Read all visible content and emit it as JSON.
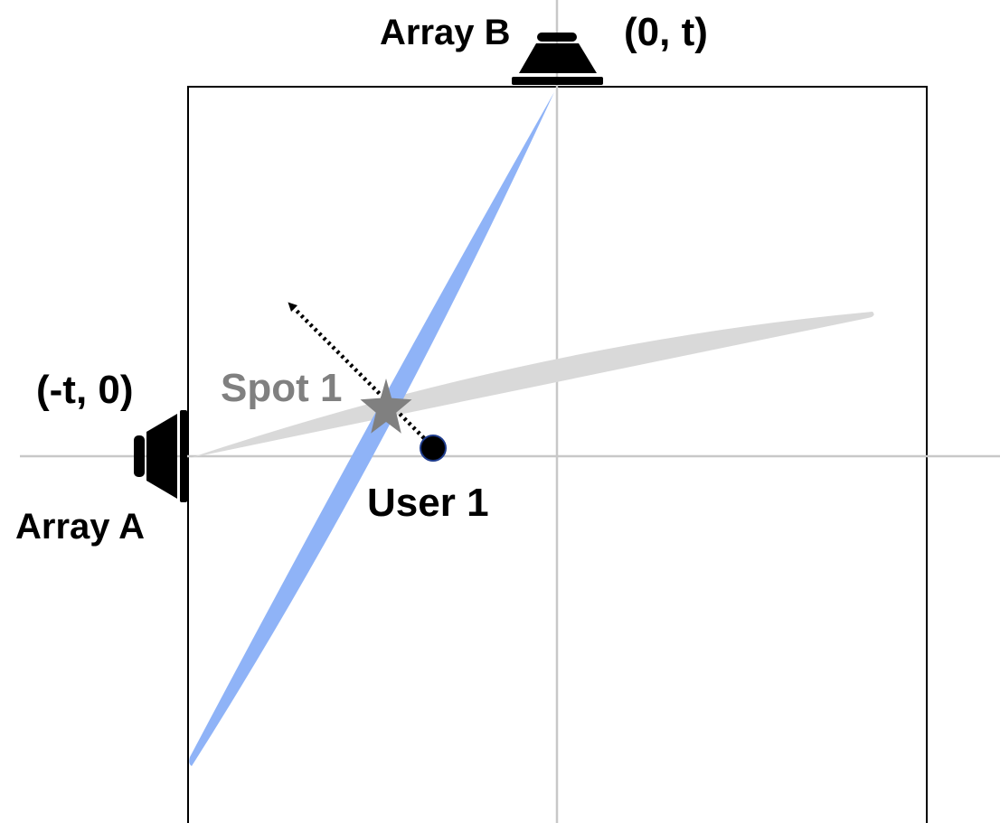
{
  "labels": {
    "array_a": "Array A",
    "array_b": "Array B",
    "array_a_coord": "(-t, 0)",
    "array_b_coord": "(0, t)",
    "spot": "Spot 1",
    "user": "User 1"
  },
  "colors": {
    "beam_a": "#d9d9d9",
    "beam_b": "#8fb3f7",
    "axis": "#c8c8c8",
    "frame": "#000000",
    "spot": "#808080",
    "speaker": "#000000",
    "user_dot": "#000000",
    "user_outline": "#1f3c8c",
    "text": "#000000",
    "spot_text": "#808080"
  },
  "icons": {
    "array_a": "speaker-icon",
    "array_b": "speaker-icon",
    "spot": "star-icon",
    "user": "dot-icon",
    "motion": "dotted-arrow"
  }
}
